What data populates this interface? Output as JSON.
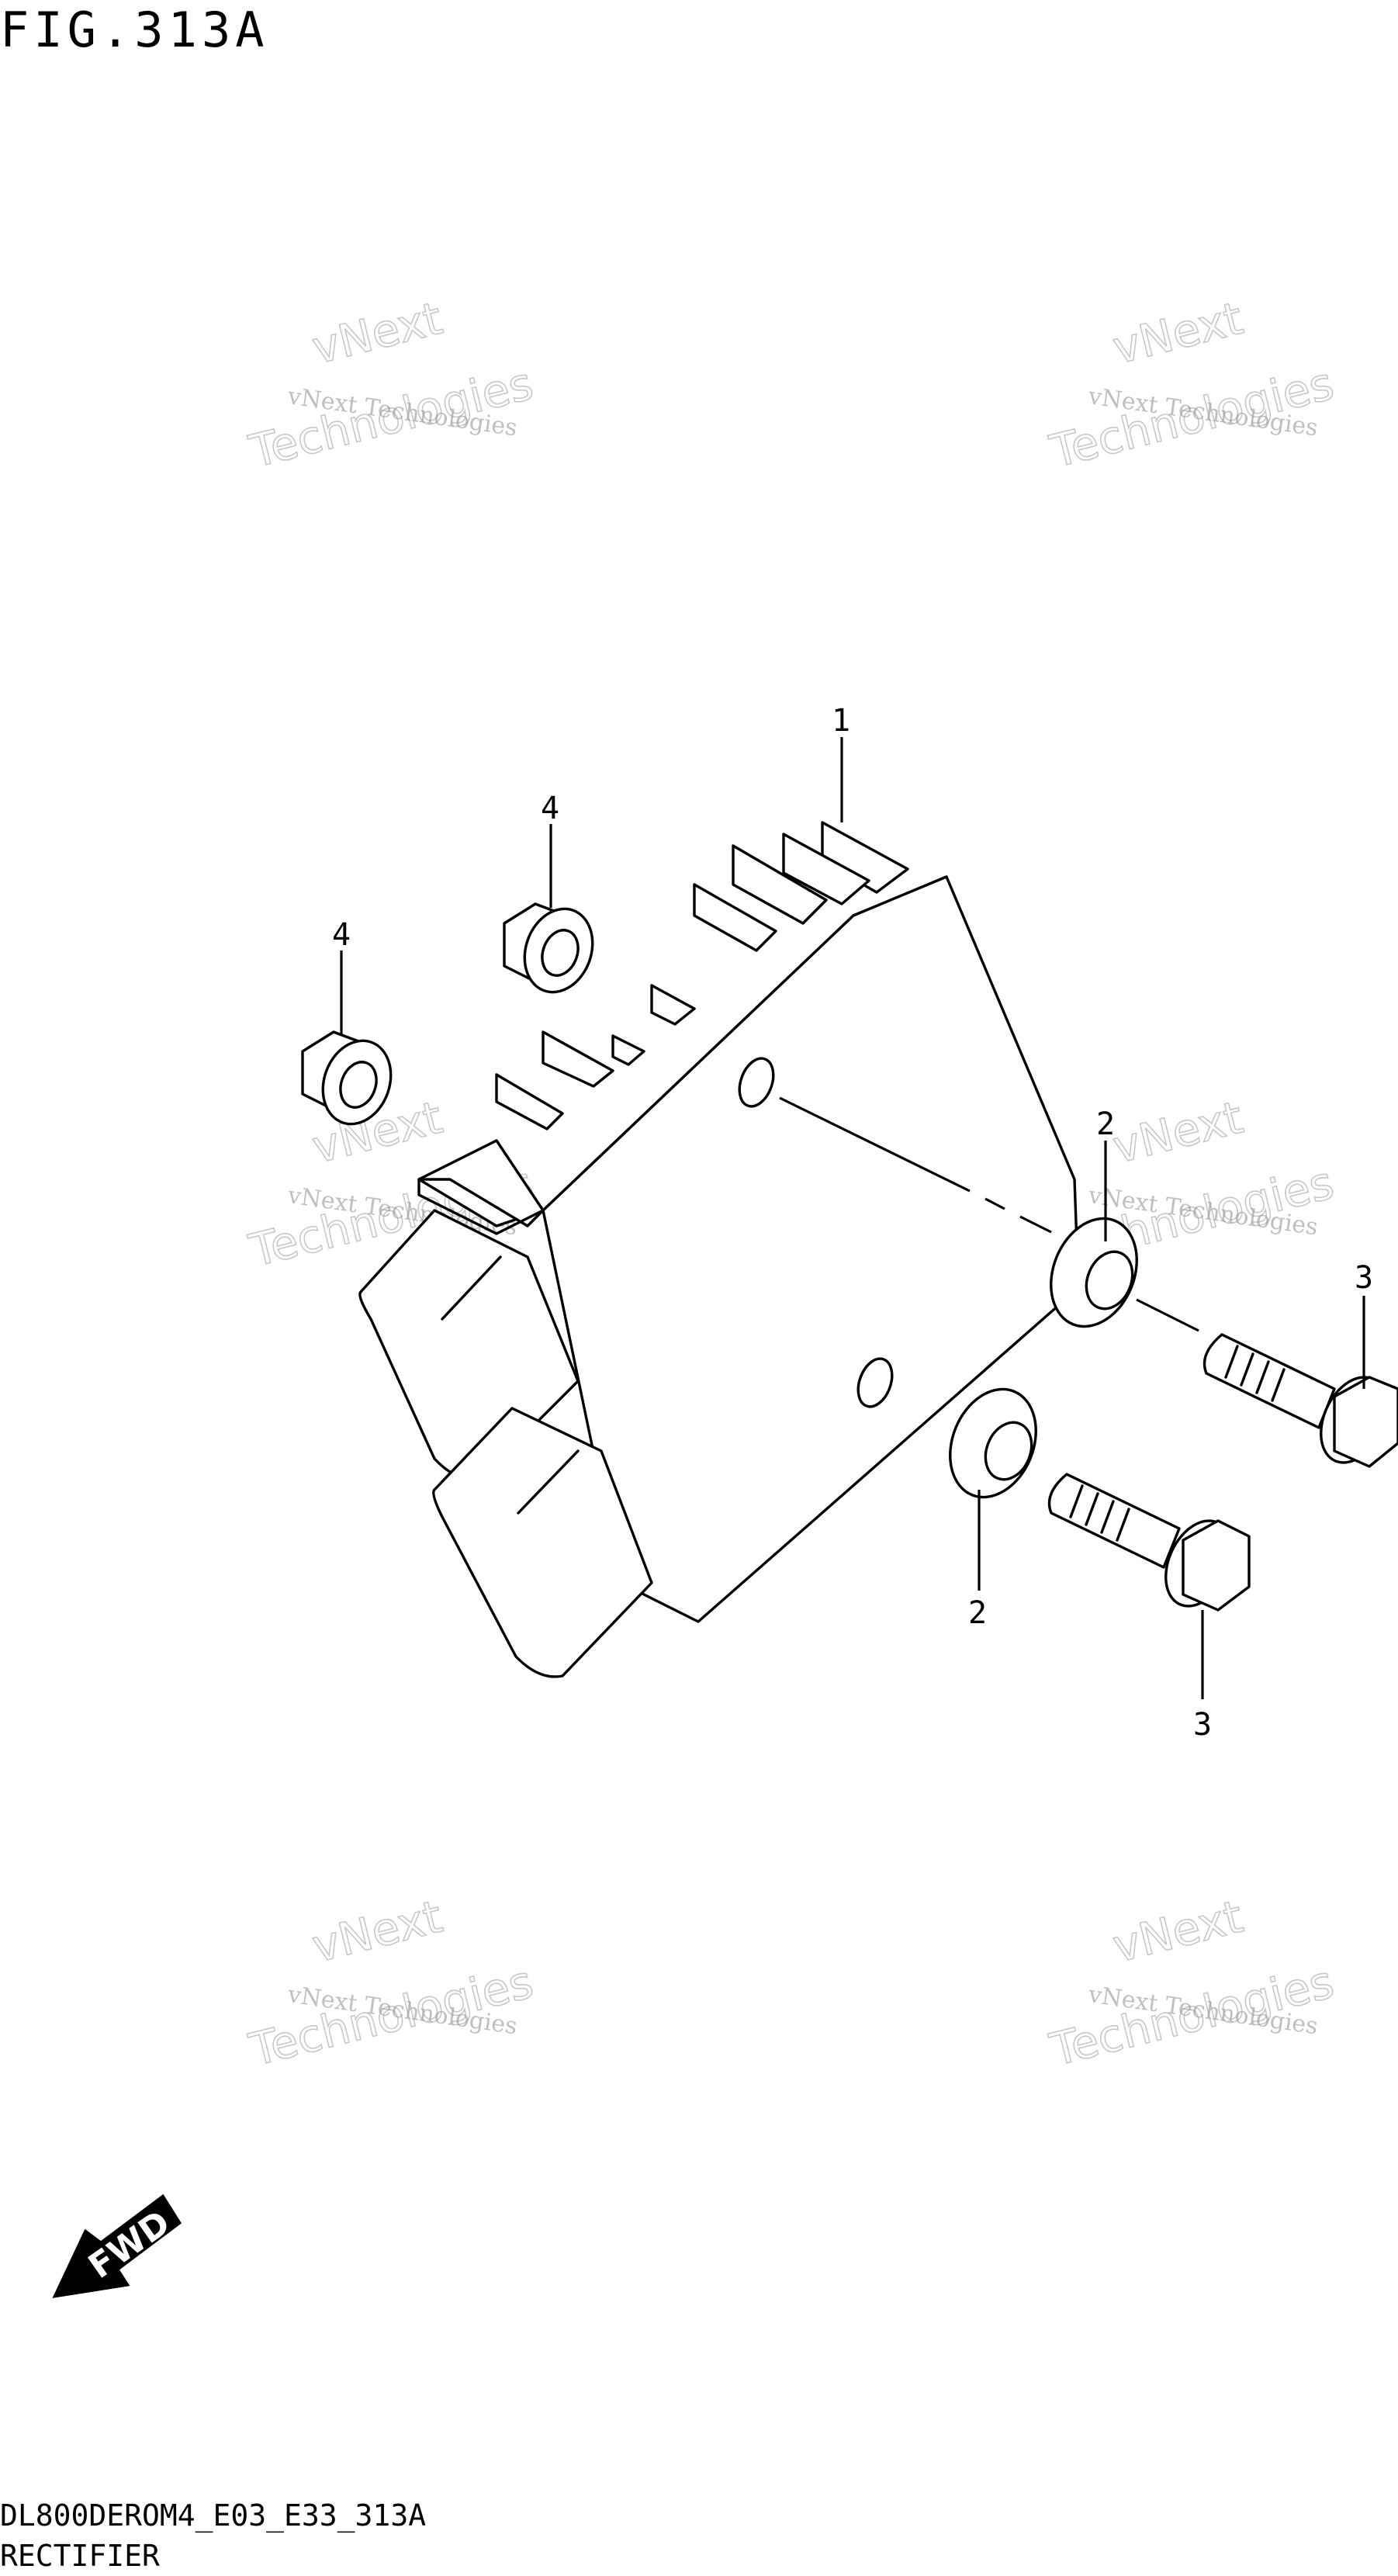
{
  "figure": {
    "title": "FIG.313A",
    "model_code": "DL800DEROM4_E03_E33_313A",
    "part_name": "RECTIFIER"
  },
  "callouts": [
    {
      "id": "c1",
      "label": "1"
    },
    {
      "id": "c2a",
      "label": "2"
    },
    {
      "id": "c2b",
      "label": "2"
    },
    {
      "id": "c3a",
      "label": "3"
    },
    {
      "id": "c3b",
      "label": "3"
    },
    {
      "id": "c4a",
      "label": "4"
    },
    {
      "id": "c4b",
      "label": "4"
    }
  ],
  "watermark": {
    "line_small": "vNext Technologies",
    "word_top": "vNext",
    "word_bottom": "Technologies"
  },
  "fwd_arrow": {
    "label": "FWD"
  }
}
